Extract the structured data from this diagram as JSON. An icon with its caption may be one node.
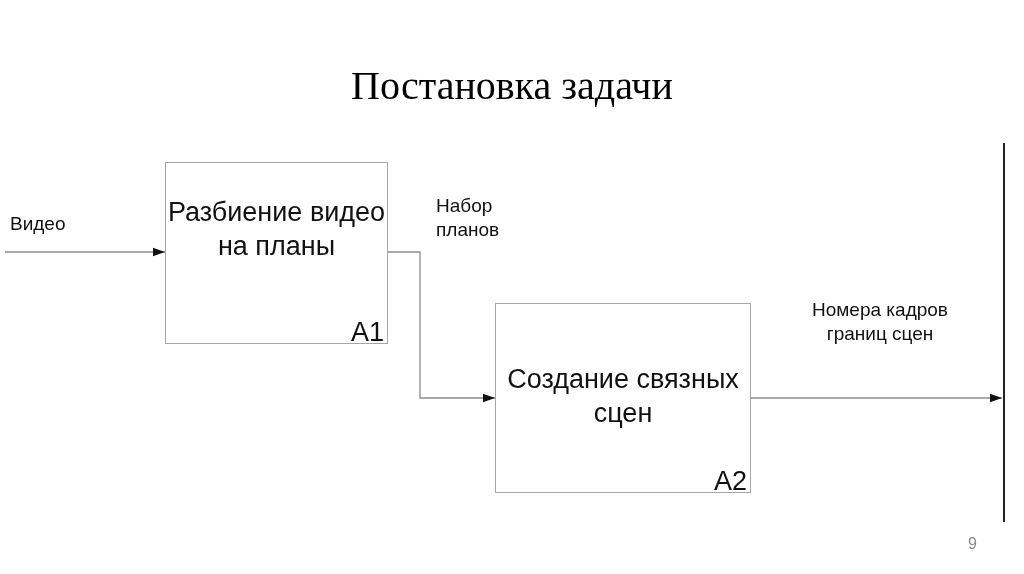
{
  "diagram": {
    "title": "Постановка задачи",
    "nodes": [
      {
        "text": [
          "Разбиение видео на планы",
          "A1"
        ]
      },
      {
        "text": [
          "Создание связных сцен",
          "A2"
        ]
      }
    ],
    "edges": [
      {
        "from": null,
        "to": 0,
        "arrow": "to",
        "label": "Видео"
      },
      {
        "from": 0,
        "to": 1,
        "arrow": "to",
        "label": "Набор планов"
      },
      {
        "from": 1,
        "to": null,
        "arrow": "to",
        "label": "Номера кадров границ сцен"
      }
    ],
    "labels": [
      "9"
    ]
  }
}
